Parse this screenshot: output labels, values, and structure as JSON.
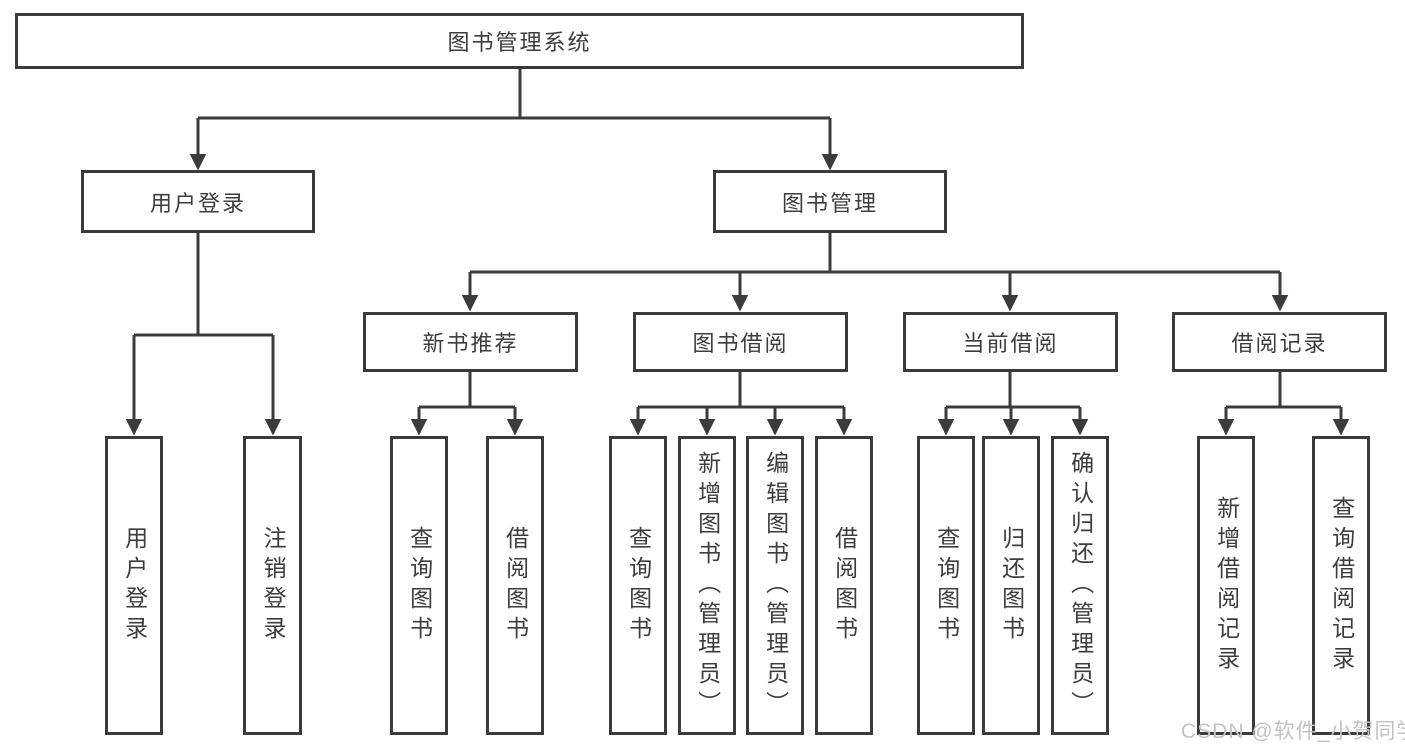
{
  "diagram": {
    "tree": {
      "root": "图书管理系统",
      "branches": [
        {
          "label": "用户登录",
          "children": [
            "用户登录",
            "注销登录"
          ]
        },
        {
          "label": "图书管理",
          "children": [
            {
              "label": "新书推荐",
              "children": [
                "查询图书",
                "借阅图书"
              ]
            },
            {
              "label": "图书借阅",
              "children": [
                "查询图书",
                "新增图书（管理员）",
                "编辑图书（管理员）",
                "借阅图书"
              ]
            },
            {
              "label": "当前借阅",
              "children": [
                "查询图书",
                "归还图书",
                "确认归还（管理员）"
              ]
            },
            {
              "label": "借阅记录",
              "children": [
                "新增借阅记录",
                "查询借阅记录"
              ]
            }
          ]
        }
      ]
    }
  },
  "watermark": {
    "text": "CSDN @软件_小贺同学"
  },
  "colors": {
    "line": "#3b3b3b",
    "box_border": "#3b3b3b",
    "text": "#3d3d3d",
    "background": "#ffffff",
    "watermark": "#c3c3c3"
  }
}
